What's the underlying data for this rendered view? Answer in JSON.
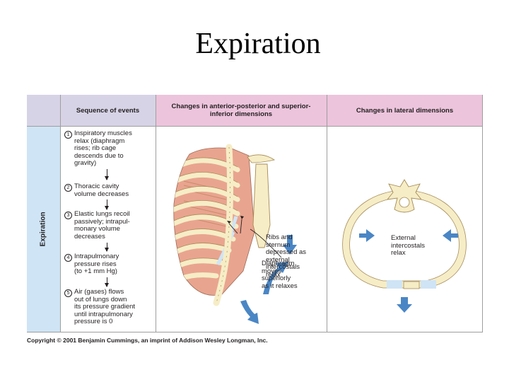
{
  "slide_title": "Expiration",
  "figure": {
    "side_label": "Expiration",
    "headers": {
      "sequence": "Sequence of events",
      "anterior_posterior": "Changes in anterior-posterior and superior-inferior dimensions",
      "lateral": "Changes in lateral dimensions"
    },
    "steps": [
      {
        "number": "1",
        "text": "Inspiratory muscles\nrelax (diaphragm\nrises; rib cage\ndescends due to\ngravity)"
      },
      {
        "number": "2",
        "text": "Thoracic cavity\nvolume decreases"
      },
      {
        "number": "3",
        "text": "Elastic lungs recoil\npassively; intrapul-\nmonary volume\ndecreases"
      },
      {
        "number": "4",
        "text": "Intrapulmonary\npressure rises\n(to +1 mm Hg)"
      },
      {
        "number": "5",
        "text": "Air (gases) flows\nout of lungs down\nits pressure gradient\nuntil intrapulmonary\npressure is 0"
      }
    ],
    "annotations": {
      "ribs": "Ribs and\nsternum\ndepressed as\nexternal\nintercostals\nrelax",
      "diaphragm": "Diaphragm\nmoves\nsuperiorly\nas it relaxes",
      "intercostals": "External\nintercostals\nrelax"
    },
    "colors": {
      "header_purple": "#d7d3e6",
      "header_pink": "#ecc4dc",
      "side_blue": "#cfe4f5",
      "bone": "#f6edc6",
      "muscle": "#e8a58e",
      "arrow_blue": "#4a86c5"
    }
  },
  "copyright": "Copyright © 2001 Benjamin Cummings, an imprint of Addison Wesley Longman, Inc."
}
